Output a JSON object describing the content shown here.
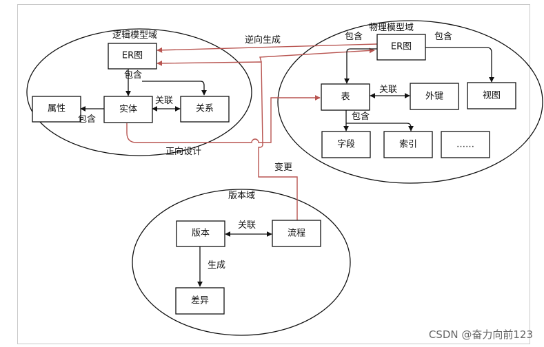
{
  "domains": {
    "logical": "逻辑模型域",
    "physical": "物理模型域",
    "version": "版本域"
  },
  "nodes": {
    "er_logical": "ER图",
    "attribute": "属性",
    "entity": "实体",
    "relation": "关系",
    "er_physical": "ER图",
    "table": "表",
    "foreign_key": "外键",
    "view": "视图",
    "field": "字段",
    "index": "索引",
    "more": "……",
    "version": "版本",
    "process": "流程",
    "difference": "差异"
  },
  "edges": {
    "er_entity": "包含",
    "entity_attr": "包含",
    "entity_relation": "关联",
    "reverse": "逆向生成",
    "forward": "正向设计",
    "phys_er_table": "包含",
    "phys_er_view": "包含",
    "table_fk": "关联",
    "table_fields": "包含",
    "change": "变更",
    "version_process": "关联",
    "generate": "生成"
  },
  "colors": {
    "line": "#111111",
    "red_line": "#b85450"
  },
  "watermark": "CSDN @奋力向前123"
}
